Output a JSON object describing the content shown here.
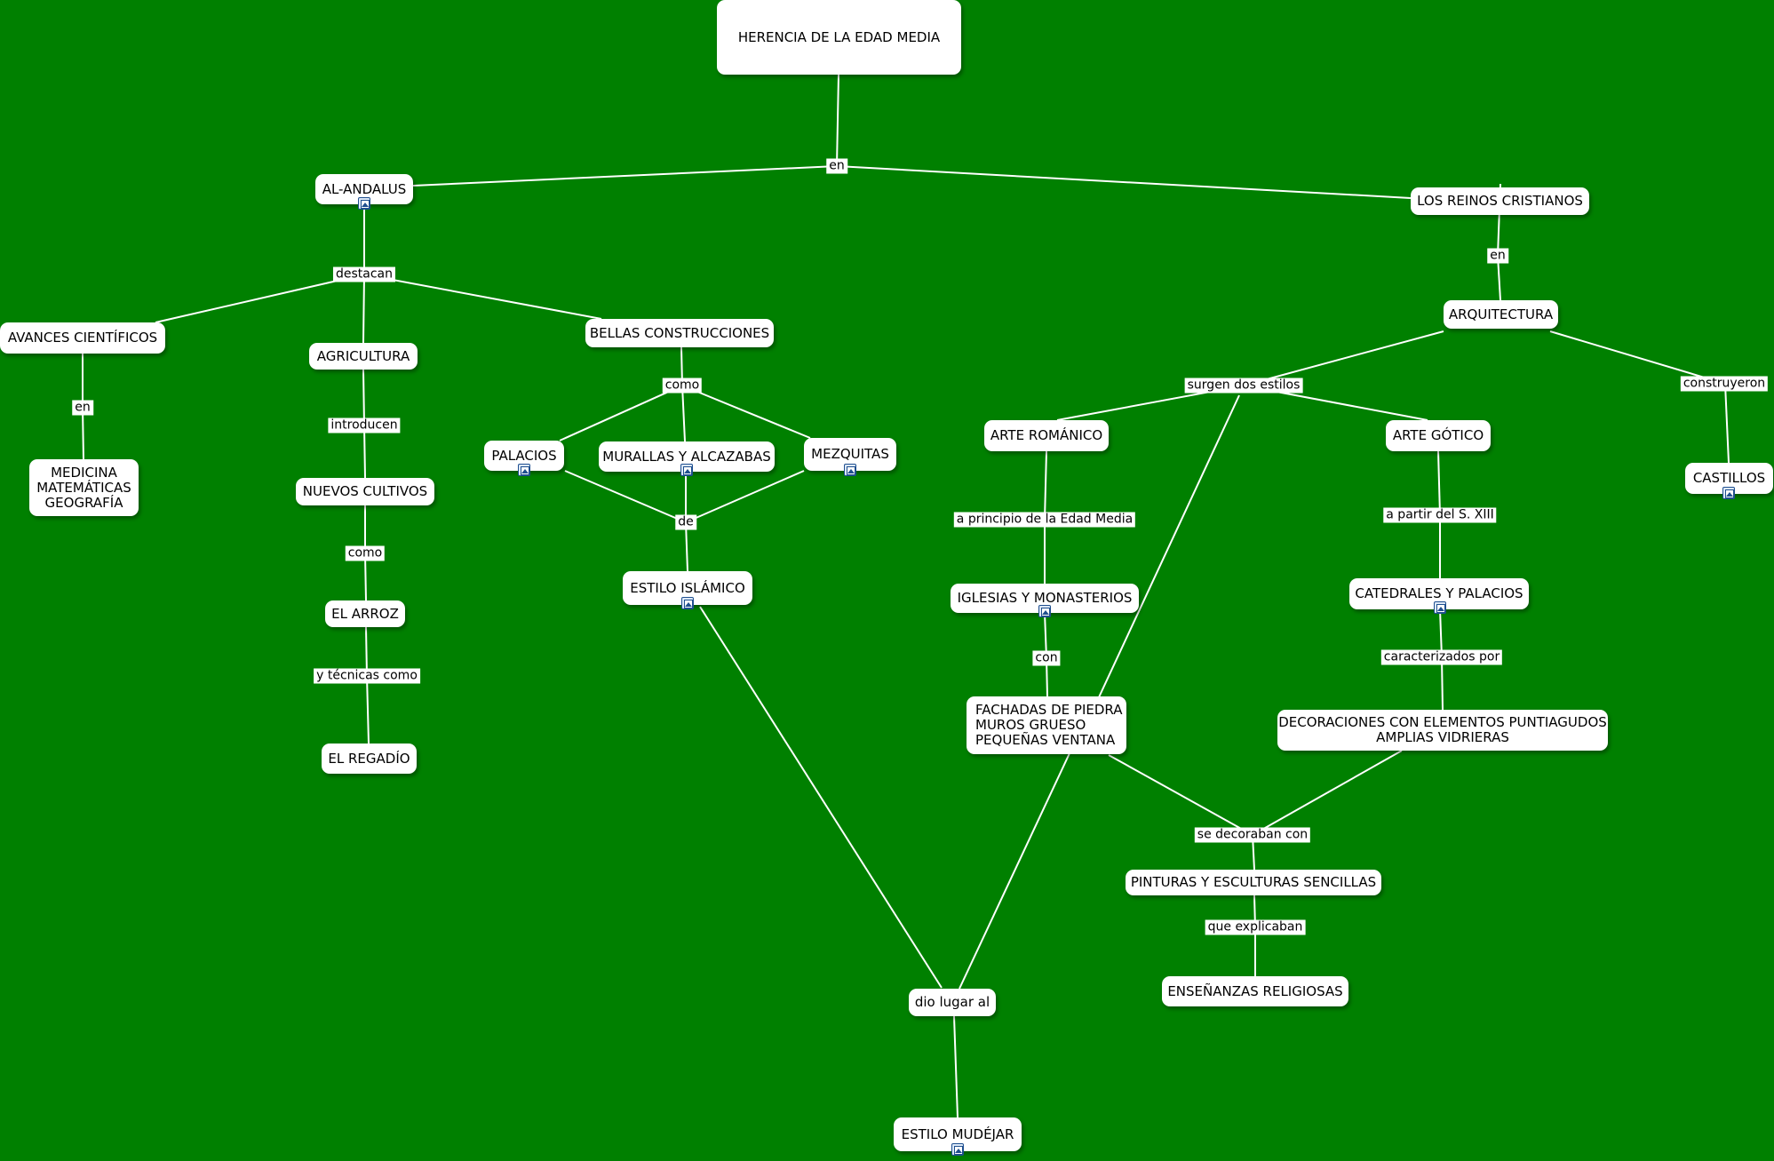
{
  "concept_map": {
    "concepts": {
      "herencia": "HERENCIA DE LA EDAD MEDIA",
      "al_andalus": "AL-ANDALUS",
      "reinos": "LOS REINOS CRISTIANOS",
      "avances": "AVANCES CIENTÍFICOS",
      "agricultura": "AGRICULTURA",
      "bellas": "BELLAS CONSTRUCCIONES",
      "medicina": "MEDICINA\nMATEMÁTICAS\nGEOGRAFÍA",
      "nuevos_cultivos": "NUEVOS CULTIVOS",
      "arroz": "EL ARROZ",
      "regadio": "EL REGADÍO",
      "palacios": "PALACIOS",
      "murallas": "MURALLAS Y ALCAZABAS",
      "mezquitas": "MEZQUITAS",
      "islamico": "ESTILO ISLÁMICO",
      "arquitectura": "ARQUITECTURA",
      "romanico": "ARTE ROMÁNICO",
      "gotico": "ARTE GÓTICO",
      "castillos": "CASTILLOS",
      "iglesias": "IGLESIAS Y MONASTERIOS",
      "catedrales": "CATEDRALES Y PALACIOS",
      "fachadas": "FACHADAS DE PIEDRA\nMUROS GRUESO\nPEQUEÑAS VENTANA",
      "decoraciones": "DECORACIONES CON ELEMENTOS PUNTIAGUDOS\nAMPLIAS VIDRIERAS",
      "pinturas": "PINTURAS Y ESCULTURAS SENCILLAS",
      "ensenanzas": "ENSEÑANZAS RELIGIOSAS",
      "dio_lugar": "dio lugar al",
      "mudejar": "ESTILO MUDÉJAR"
    },
    "linking_phrases": {
      "en_top": "en",
      "destacan": "destacan",
      "en_avances": "en",
      "introducen": "introducen",
      "como_cultivos": "como",
      "tecnicas": "y técnicas como",
      "como_construcciones": "como",
      "de": "de",
      "en_reinos": "en",
      "surgen": "surgen dos estilos",
      "construyeron": "construyeron",
      "principio": "a principio de la Edad Media",
      "con": "con",
      "partir": "a partir del S. XIII",
      "caracterizados": "caracterizados por",
      "decoraban": "se decoraban con",
      "explicaban": "que explicaban"
    },
    "icons": [
      "image-icon"
    ],
    "colors": {
      "background": "#008000",
      "node": "#ffffff",
      "line": "#ffffff"
    }
  }
}
